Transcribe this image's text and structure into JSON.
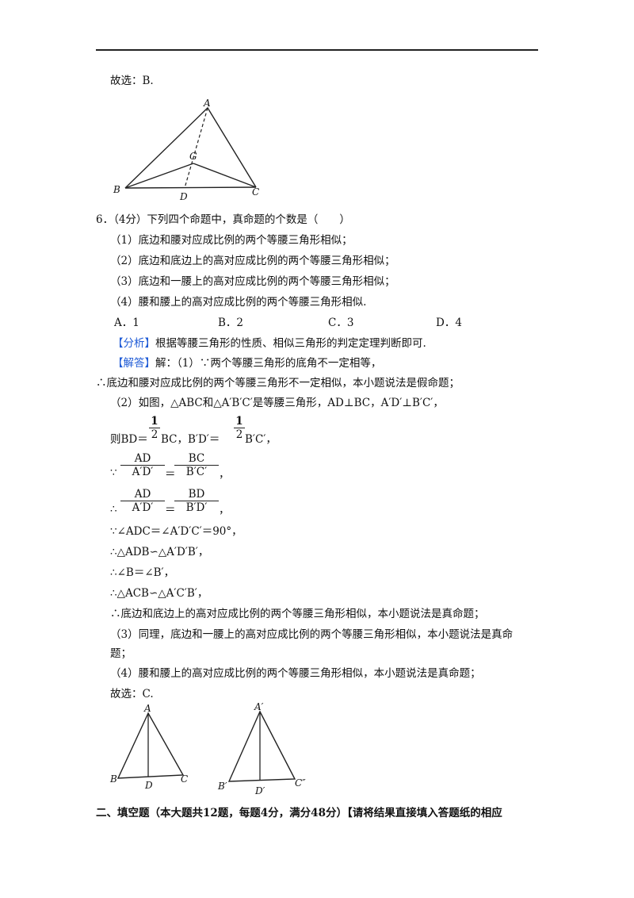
{
  "q5_tail": {
    "answer": "故选：B."
  },
  "fig1": {
    "labels": {
      "A": "A",
      "B": "B",
      "C": "C",
      "D": "D",
      "G": "G"
    }
  },
  "q6": {
    "stem": "6．（4分）下列四个命题中，真命题的个数是（　　）",
    "props": [
      "（1）底边和腰对应成比例的两个等腰三角形相似；",
      "（2）底边和底边上的高对应成比例的两个等腰三角形相似；",
      "（3）底边和一腰上的高对应成比例的两个等腰三角形相似；",
      "（4）腰和腰上的高对应成比例的两个等腰三角形相似."
    ],
    "options": [
      "A．1",
      "B．2",
      "C．3",
      "D．4"
    ]
  },
  "analysis": {
    "tag": "【分析】",
    "text": "根据等腰三角形的性质、相似三角形的判定定理判断即可."
  },
  "solution": {
    "tag": "【解答】",
    "l1": "解：（1）∵两个等腰三角形的底角不一定相等，",
    "l2": "∴底边和腰对应成比例的两个等腰三角形不一定相似，本小题说法是假命题；",
    "l3": "（2）如图，△ABC和△A′B′C′是等腰三角形，AD⊥BC，A′D′⊥B′C′，",
    "l4a": "则BD＝",
    "l4b": "BC，B′D′＝",
    "l4c": "B′C′，",
    "frac_half_num": "1",
    "frac_half_den": "2",
    "l5_pre": "∵",
    "l5_n1": "AD",
    "l5_d1": "A′D′",
    "l5_eq": "＝",
    "l5_n2": "BC",
    "l5_d2": "B′C′",
    "l5_post": "，",
    "l6_pre": "∴",
    "l6_n1": "AD",
    "l6_d1": "A′D′",
    "l6_eq": "＝",
    "l6_n2": "BD",
    "l6_d2": "B′D′",
    "l6_post": "，",
    "l7": "∵∠ADC＝∠A′D′C′＝90°，",
    "l8": "∴△ADB∽△A′D′B′，",
    "l9": "∴∠B＝∠B′，",
    "l10": "∴△ACB∽△A′C′B′，",
    "l11": "∴底边和底边上的高对应成比例的两个等腰三角形相似，本小题说法是真命题；",
    "l12": "（3）同理，底边和一腰上的高对应成比例的两个等腰三角形相似，本小题说法是真命",
    "l13": "题；",
    "l14": "（4）腰和腰上的高对应成比例的两个等腰三角形相似，本小题说法是真命题；",
    "answer": "故选：C."
  },
  "fig2": {
    "labels": {
      "A": "A",
      "B": "B",
      "C": "C",
      "D": "D"
    }
  },
  "fig3": {
    "labels": {
      "A": "A′",
      "B": "B′",
      "C": "C″",
      "D": "D′"
    }
  },
  "section2": {
    "heading": "二、填空题（本大题共12题，每题4分，满分48分）【请将结果直接填入答题纸的相应"
  }
}
